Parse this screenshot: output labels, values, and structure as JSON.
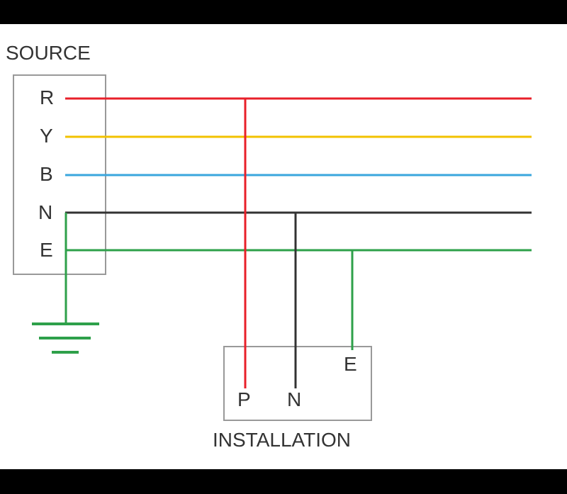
{
  "source": {
    "title": "SOURCE",
    "terminals": {
      "r": "R",
      "y": "Y",
      "b": "B",
      "n": "N",
      "e": "E"
    }
  },
  "installation": {
    "title": "INSTALLATION",
    "terminals": {
      "p": "P",
      "n": "N",
      "e": "E"
    }
  },
  "colors": {
    "r": "#e8202a",
    "y": "#f2c200",
    "b": "#3aa6dd",
    "n": "#333333",
    "e": "#2ea04a",
    "box": "#999999"
  }
}
